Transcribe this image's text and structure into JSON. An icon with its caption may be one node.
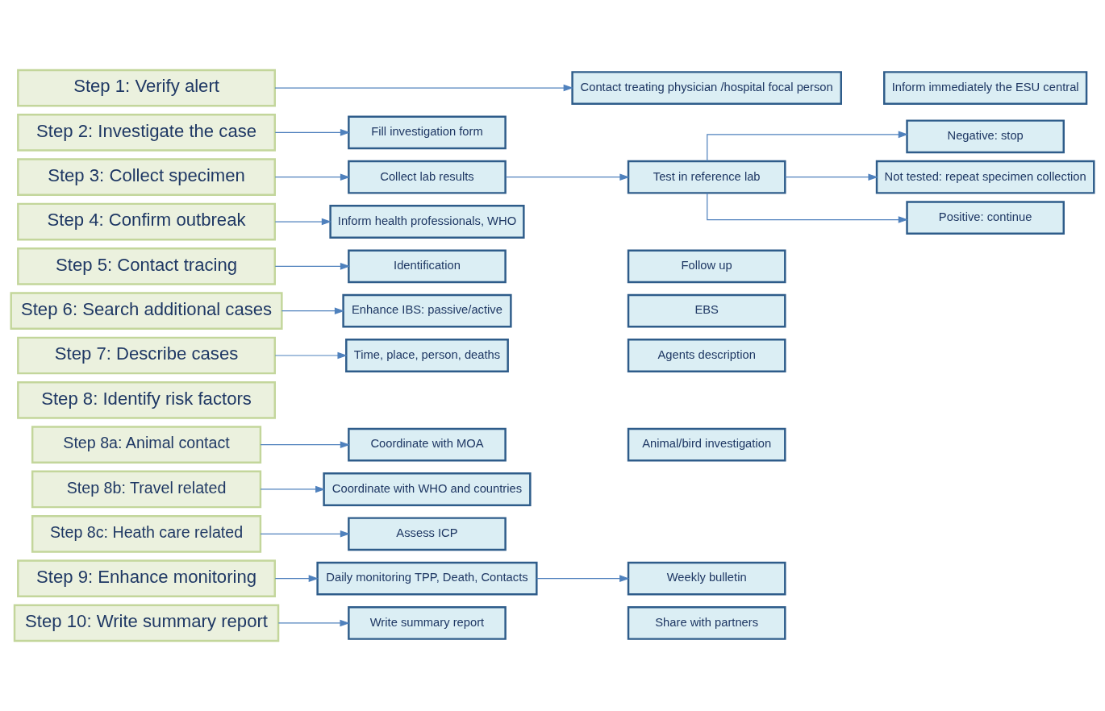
{
  "diagram": {
    "nodes": [
      {
        "text": [
          "Step 1: Verify alert"
        ]
      },
      {
        "text": [
          "Contact treating physician /hospital focal person"
        ]
      },
      {
        "text": [
          "Inform immediately the ESU central"
        ]
      },
      {
        "text": [
          "Step 2: Investigate the case"
        ]
      },
      {
        "text": [
          "Fill investigation form"
        ]
      },
      {
        "text": [
          "Step 3: Collect specimen"
        ]
      },
      {
        "text": [
          "Collect lab results"
        ]
      },
      {
        "text": [
          "Test in reference lab"
        ]
      },
      {
        "text": [
          "Negative: stop"
        ]
      },
      {
        "text": [
          "Not tested: repeat specimen collection"
        ]
      },
      {
        "text": [
          "Positive: continue"
        ]
      },
      {
        "text": [
          "Step 4: Confirm outbreak"
        ]
      },
      {
        "text": [
          "Inform health professionals, WHO"
        ]
      },
      {
        "text": [
          "Step 5: Contact tracing"
        ]
      },
      {
        "text": [
          "Identification"
        ]
      },
      {
        "text": [
          "Follow up"
        ]
      },
      {
        "text": [
          "Step 6: Search additional cases"
        ]
      },
      {
        "text": [
          "Enhance IBS: passive/active"
        ]
      },
      {
        "text": [
          "EBS"
        ]
      },
      {
        "text": [
          "Step 7: Describe cases"
        ]
      },
      {
        "text": [
          "Time, place, person, deaths"
        ]
      },
      {
        "text": [
          "Agents description"
        ]
      },
      {
        "text": [
          "Step 8: Identify risk factors"
        ]
      },
      {
        "text": [
          "Step 8a: Animal contact"
        ]
      },
      {
        "text": [
          "Coordinate with MOA"
        ]
      },
      {
        "text": [
          "Animal/bird investigation"
        ]
      },
      {
        "text": [
          "Step 8b: Travel related"
        ]
      },
      {
        "text": [
          "Coordinate with WHO and countries"
        ]
      },
      {
        "text": [
          "Step 8c: Heath care related"
        ]
      },
      {
        "text": [
          "Assess ICP"
        ]
      },
      {
        "text": [
          "Step 9: Enhance monitoring"
        ]
      },
      {
        "text": [
          "Daily monitoring TPP, Death, Contacts"
        ]
      },
      {
        "text": [
          "Weekly bulletin"
        ]
      },
      {
        "text": [
          "Step 10: Write summary report"
        ]
      },
      {
        "text": [
          "Write summary report"
        ]
      },
      {
        "text": [
          "Share with partners"
        ]
      }
    ],
    "edges": [
      {
        "from": 0,
        "to": 1,
        "arrow": "to"
      },
      {
        "from": 3,
        "to": 4,
        "arrow": "to"
      },
      {
        "from": 5,
        "to": 6,
        "arrow": "to"
      },
      {
        "from": 6,
        "to": 7,
        "arrow": "to"
      },
      {
        "from": 7,
        "to": 8,
        "arrow": "to"
      },
      {
        "from": 7,
        "to": 9,
        "arrow": "to"
      },
      {
        "from": 7,
        "to": 10,
        "arrow": "to"
      },
      {
        "from": 11,
        "to": 12,
        "arrow": "to"
      },
      {
        "from": 13,
        "to": 14,
        "arrow": "to"
      },
      {
        "from": 16,
        "to": 17,
        "arrow": "to"
      },
      {
        "from": 19,
        "to": 20,
        "arrow": "to"
      },
      {
        "from": 23,
        "to": 24,
        "arrow": "to"
      },
      {
        "from": 26,
        "to": 27,
        "arrow": "to"
      },
      {
        "from": 28,
        "to": 29,
        "arrow": "to"
      },
      {
        "from": 30,
        "to": 31,
        "arrow": "to"
      },
      {
        "from": 31,
        "to": 32,
        "arrow": "to"
      },
      {
        "from": 33,
        "to": 34,
        "arrow": "to"
      }
    ]
  }
}
